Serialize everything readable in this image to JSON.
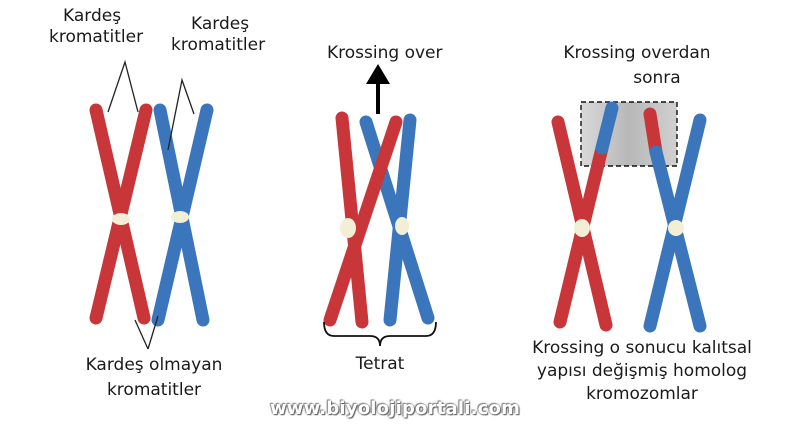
{
  "colors": {
    "red_chromatid": "#c8363a",
    "blue_chromatid": "#3b76bd",
    "centromere": "#f3efd6",
    "highlight_box": "#bdbdbd"
  },
  "labels": {
    "sister_left_line1": "Kardeş",
    "sister_left_line2": "kromatitler",
    "sister_right_line1": "Kardeş",
    "sister_right_line2": "kromatitler",
    "crossing_over": "Krossing over",
    "crossing_after_line1": "Krossing overdan",
    "crossing_after_line2": "sonra",
    "non_sister_line1": "Kardeş olmayan",
    "non_sister_line2": "kromatitler",
    "tetrad": "Tetrat",
    "result_line1": "Krossing o sonucu kalıtsal",
    "result_line2": "yapısı değişmiş homolog",
    "result_line3": "kromozomlar"
  },
  "watermark": "www.biyolojiportali.com"
}
